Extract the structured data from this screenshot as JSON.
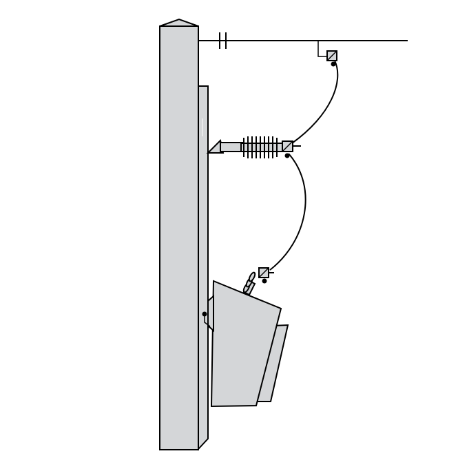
{
  "figure": {
    "kind": "utility pole with crossarm line, insulator, cutout and pole-mounted transformer",
    "colors": {
      "background": "#ffffff",
      "fill": "#d4d6d8",
      "stroke": "#000000"
    },
    "parts": [
      "pole",
      "pole-cap",
      "mounting-bracket",
      "overhead-line",
      "line-insulator-mark",
      "line-clamp",
      "upper-jumper-wire",
      "arm-bracket",
      "suspension-insulator",
      "insulator-clamp",
      "lower-jumper-wire",
      "transformer-tank",
      "transformer-radiator",
      "transformer-bushing",
      "bushing-clamp"
    ]
  }
}
